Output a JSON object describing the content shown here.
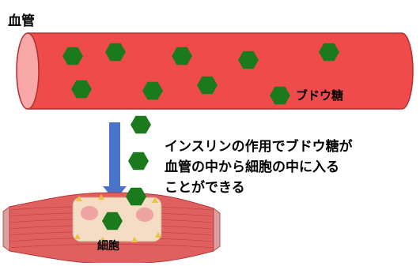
{
  "labels": {
    "vessel": "血管",
    "glucose": "ブドウ糖",
    "cell": "細胞"
  },
  "explanation": {
    "lines": [
      "インスリンの作用でブドウ糖が",
      "血管の中から細胞の中に入る",
      "ことができる"
    ]
  },
  "colors": {
    "vessel_fill": "#f04b4b",
    "vessel_stroke": "#b03030",
    "vessel_opening": "#f7a7a7",
    "glucose": "#1b7a1b",
    "arrow": "#4a74c9",
    "muscle": "#e06060",
    "muscle_dark": "#b83535",
    "cell_fill": "#f5dcc4",
    "nucleus": "#efa3a3",
    "receptor": "#f0c040"
  }
}
